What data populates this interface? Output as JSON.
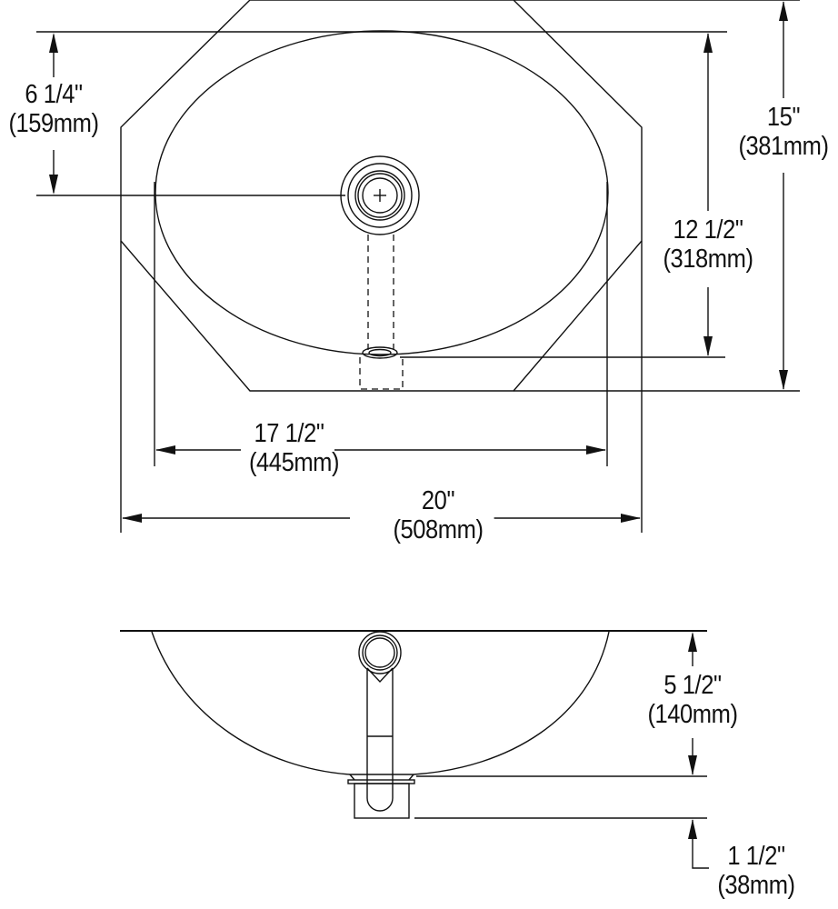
{
  "drawing": {
    "title": "Oval lavatory sink dimension drawing",
    "line_color": "#111111",
    "background": "#ffffff",
    "views": {
      "top_view": {
        "dimensions": {
          "drain_offset": {
            "imperial": "6 1/4\"",
            "metric": "(159mm)"
          },
          "overall_depth": {
            "imperial": "15\"",
            "metric": "(381mm)"
          },
          "bowl_depth": {
            "imperial": "12 1/2\"",
            "metric": "(318mm)"
          },
          "bowl_width": {
            "imperial": "17 1/2\"",
            "metric": "(445mm)"
          },
          "overall_width": {
            "imperial": "20\"",
            "metric": "(508mm)"
          }
        }
      },
      "side_view": {
        "dimensions": {
          "bowl_height": {
            "imperial": "5 1/2\"",
            "metric": "(140mm)"
          },
          "drain_height": {
            "imperial": "1 1/2\"",
            "metric": "(38mm)"
          }
        }
      }
    }
  }
}
